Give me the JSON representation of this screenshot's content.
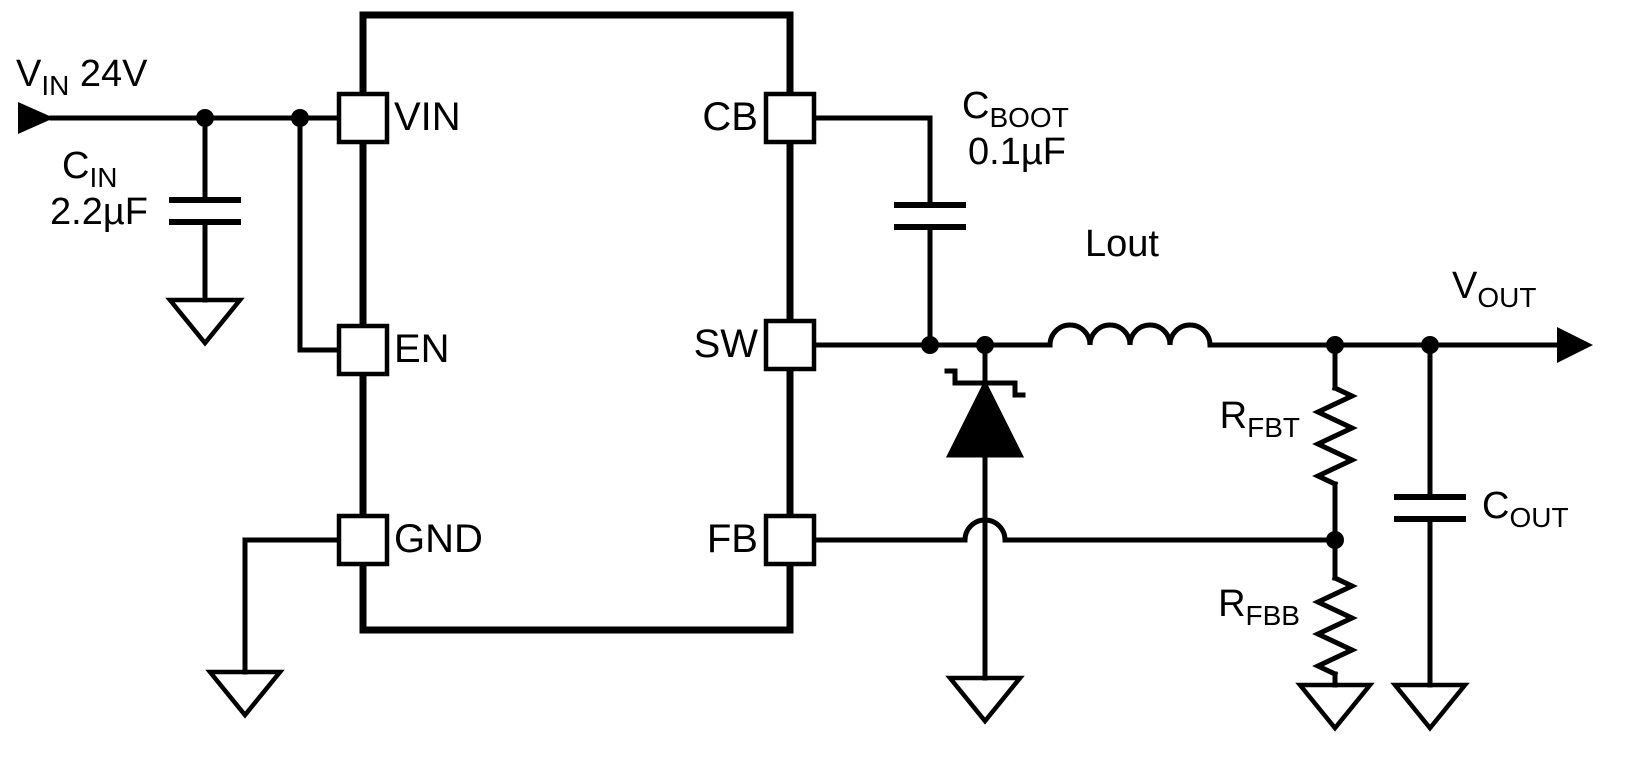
{
  "schematic": {
    "input_label": {
      "main": "V",
      "sub": "IN",
      "suffix": " 24V"
    },
    "pins": {
      "vin": "VIN",
      "en": "EN",
      "gnd": "GND",
      "cb": "CB",
      "sw": "SW",
      "fb": "FB"
    },
    "components": {
      "cin": {
        "name_main": "C",
        "name_sub": "IN",
        "value": "2.2µF"
      },
      "cboot": {
        "name_main": "C",
        "name_sub": "BOOT",
        "value": "0.1µF"
      },
      "lout": {
        "name": "Lout"
      },
      "vout": {
        "name_main": "V",
        "name_sub": "OUT"
      },
      "rfbt": {
        "name_main": "R",
        "name_sub": "FBT"
      },
      "rfbb": {
        "name_main": "R",
        "name_sub": "FBB"
      },
      "cout": {
        "name_main": "C",
        "name_sub": "OUT"
      }
    },
    "colors": {
      "line": "#000000",
      "background": "#ffffff"
    }
  }
}
